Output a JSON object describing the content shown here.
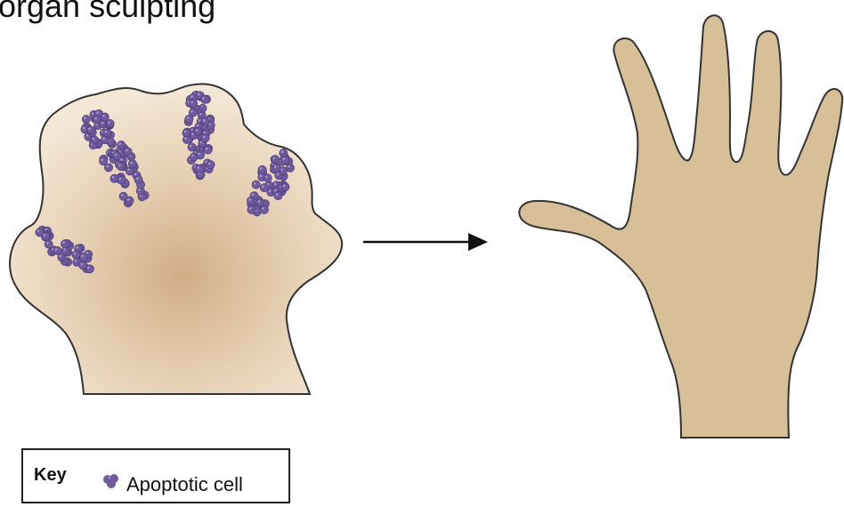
{
  "title": "organ sculpting",
  "key": {
    "heading": "Key",
    "entry_label": "Apoptotic cell",
    "entry_icon": "apoptotic-cell-icon"
  },
  "colors": {
    "limb_fill_light": "#f1e4cf",
    "limb_fill_center": "#d4b08a",
    "hand_fill": "#d7bf98",
    "outline": "#333333",
    "apoptotic_cell": "#6f5a9e",
    "arrow": "#111111"
  }
}
